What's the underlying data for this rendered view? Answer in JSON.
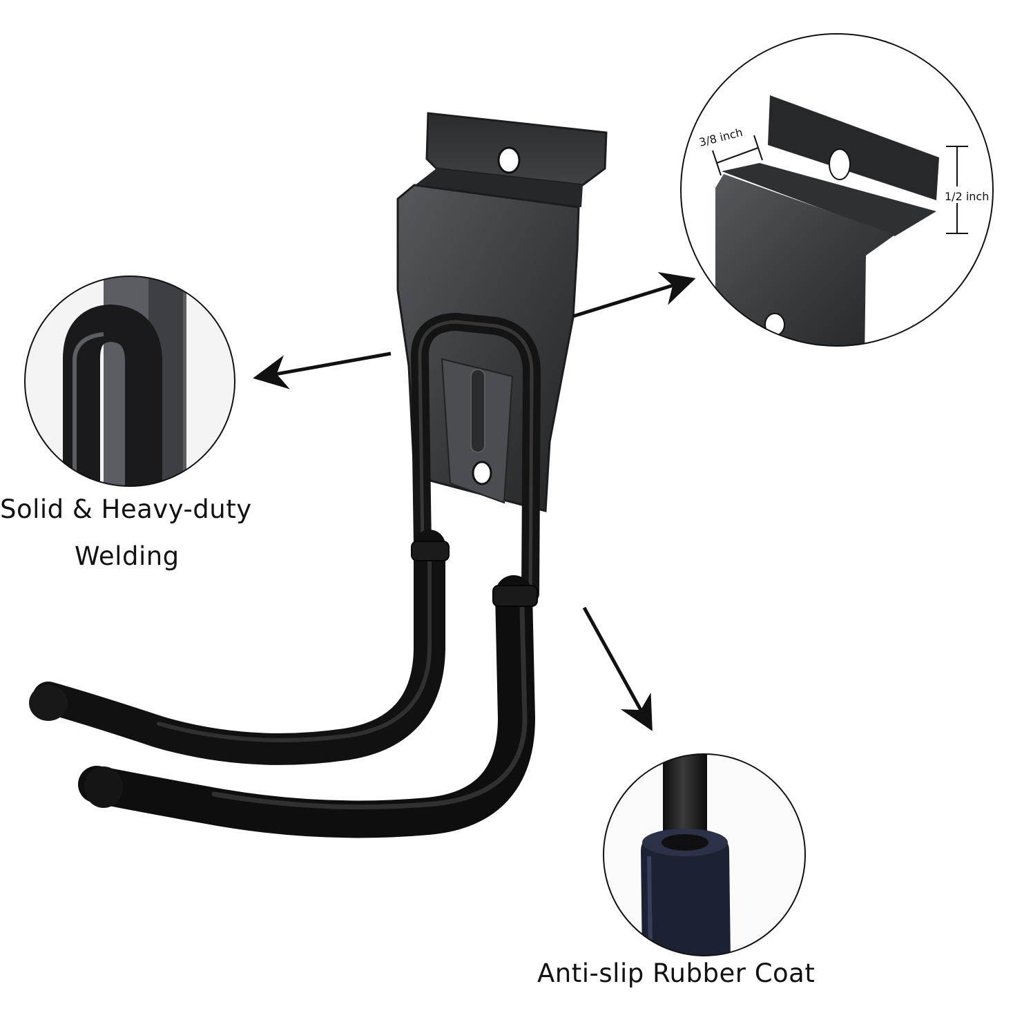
{
  "callouts": {
    "welding": {
      "line1": "Solid & Heavy-duty",
      "line2": "Welding"
    },
    "rubber": {
      "label": "Anti-slip Rubber Coat"
    },
    "dimensions": {
      "width_label": "3/8 inch",
      "height_label": "1/2 inch"
    }
  },
  "colors": {
    "hook_black": "#1a1a1a",
    "plate_gray": "#3a3d40",
    "rubber_navy": "#1c2233",
    "background": "#ffffff"
  }
}
